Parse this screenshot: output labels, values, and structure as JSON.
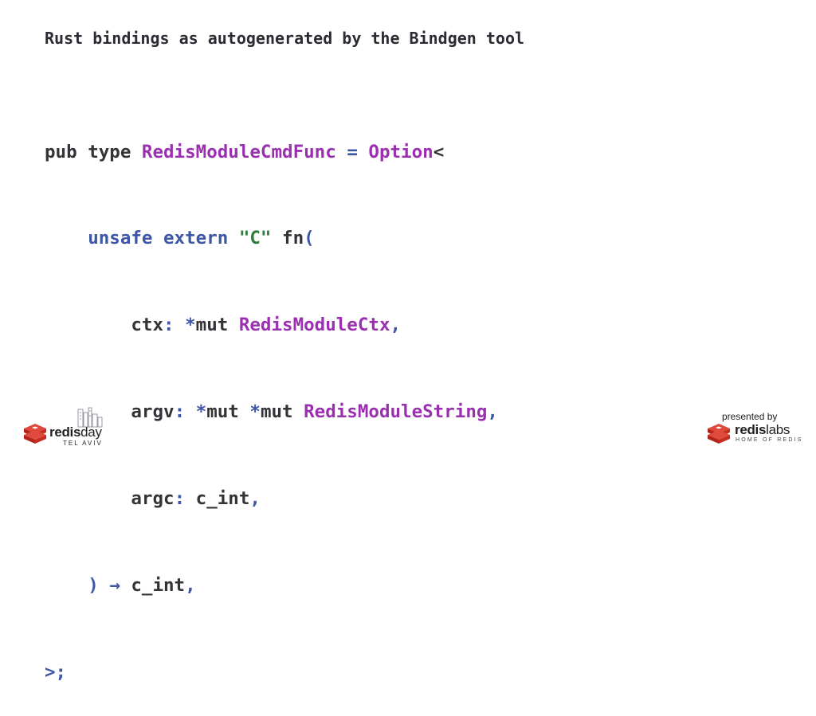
{
  "title": "Rust bindings as autogenerated by the Bindgen tool",
  "code": {
    "l1": {
      "pub": "pub",
      "type": "type",
      "name": "RedisModuleCmdFunc",
      "eq": "=",
      "option": "Option",
      "lt": "<"
    },
    "l2": {
      "unsafe": "unsafe",
      "extern": "extern",
      "abi": "\"C\"",
      "fn": "fn",
      "paren": "("
    },
    "l3": {
      "arg": "ctx",
      "colon": ":",
      "ptr": "*",
      "mut": "mut",
      "ty": "RedisModuleCtx",
      "comma": ","
    },
    "l4": {
      "arg": "argv",
      "colon": ":",
      "ptr1": "*",
      "mut1": "mut",
      "ptr2": "*",
      "mut2": "mut",
      "ty": "RedisModuleString",
      "comma": ","
    },
    "l5": {
      "arg": "argc",
      "colon": ":",
      "ty": "c_int",
      "comma": ","
    },
    "l6": {
      "close": ")",
      "arrow": "→",
      "ty": "c_int",
      "comma": ","
    },
    "l7": {
      "end": ">",
      "semi": ";"
    }
  },
  "footer": {
    "left_logo": {
      "word_bold": "redis",
      "word_thin": "day",
      "sub": "TEL AVIV",
      "icon": "redis-cube-icon"
    },
    "presented_by": "presented by",
    "right_logo": {
      "word_bold": "redis",
      "word_thin": "labs",
      "sub": "HOME OF REDIS",
      "icon": "redis-cube-icon"
    }
  },
  "colors": {
    "type_purple": "#9a2fb0",
    "keyword_blue": "#3d56a6",
    "string_green": "#2f7d3a",
    "redis_red": "#d82c20"
  }
}
